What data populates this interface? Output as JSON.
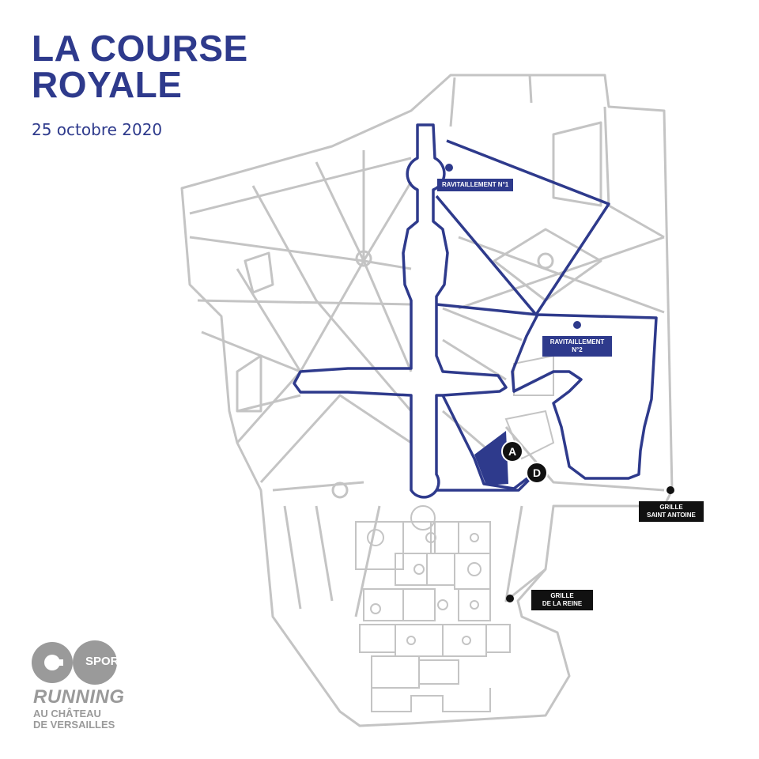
{
  "header": {
    "title_line1": "LA COURSE",
    "title_line2": "ROYALE",
    "date": "25 octobre 2020"
  },
  "map": {
    "route_color": "#2e3a8c",
    "street_color": "#c4c4c4",
    "labels": {
      "ravitaillement1": "RAVITAILLEMENT N°1",
      "ravitaillement2_line1": "RAVITAILLEMENT",
      "ravitaillement2_line2": "N°2",
      "grille_saint_antoine_line1": "GRILLE",
      "grille_saint_antoine_line2": "SAINT ANTOINE",
      "grille_reine_line1": "GRILLE",
      "grille_reine_line2": "DE LA REINE"
    },
    "markers": {
      "start": "D",
      "finish": "A"
    }
  },
  "logo": {
    "brand": "SPORT",
    "line1": "RUNNING",
    "line2": "AU CHÂTEAU",
    "line3": "DE VERSAILLES"
  }
}
